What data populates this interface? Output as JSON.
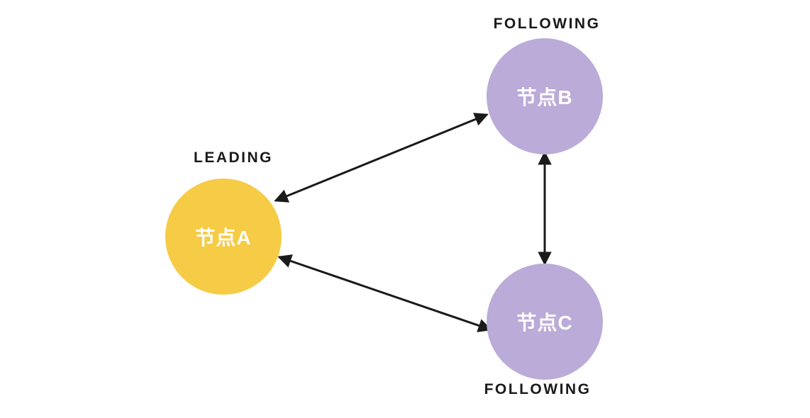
{
  "diagram": {
    "title": "node-leader-follower-topology",
    "nodes": [
      {
        "id": "A",
        "label": "节点A",
        "role": "LEADING",
        "color": "#F6CB46"
      },
      {
        "id": "B",
        "label": "节点B",
        "role": "FOLLOWING",
        "color": "#BBABD8"
      },
      {
        "id": "C",
        "label": "节点C",
        "role": "FOLLOWING",
        "color": "#BBABD8"
      }
    ],
    "edges": [
      {
        "from": "A",
        "to": "B",
        "bidirectional": true
      },
      {
        "from": "A",
        "to": "C",
        "bidirectional": true
      },
      {
        "from": "B",
        "to": "C",
        "bidirectional": true
      }
    ],
    "colors": {
      "arrow": "#1a1a1a",
      "node_text": "#ffffff",
      "label_text": "#1a1a1a",
      "background": "#ffffff"
    }
  }
}
